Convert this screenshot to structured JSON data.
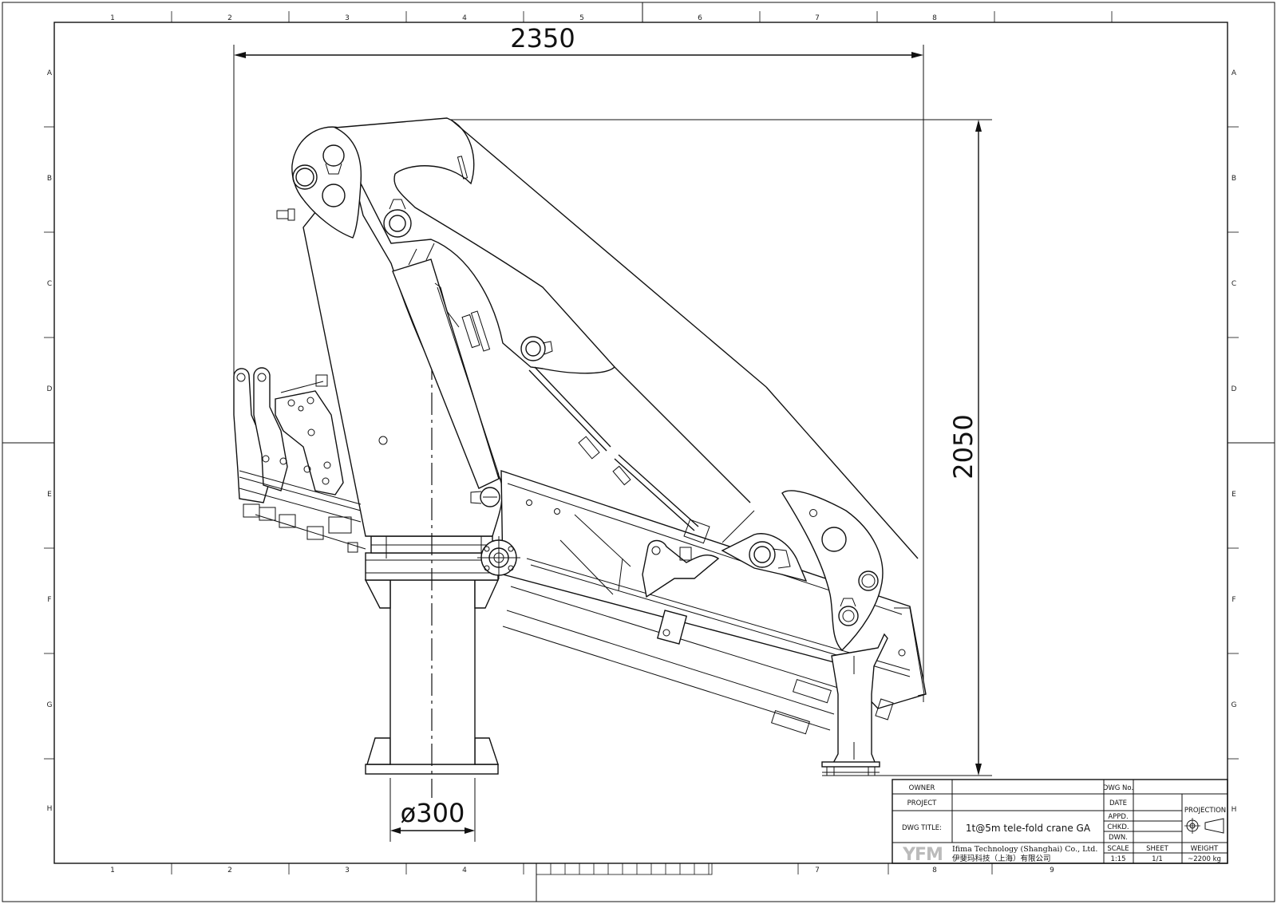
{
  "drawing": {
    "type": "General Arrangement engineering drawing",
    "subject": "Knuckle boom tele-fold crane, side elevation"
  },
  "border": {
    "columns_top": [
      "1",
      "2",
      "3",
      "4",
      "5",
      "6",
      "7",
      "8",
      ""
    ],
    "columns_bottom": [
      "1",
      "2",
      "3",
      "4",
      "",
      "7",
      "8",
      "9"
    ],
    "rows_left": [
      "A",
      "B",
      "C",
      "D",
      "E",
      "F",
      "G",
      "H"
    ],
    "rows_right": [
      "A",
      "B",
      "C",
      "D",
      "E",
      "F",
      "G",
      "H"
    ]
  },
  "dimensions": {
    "overall_width": "2350",
    "overall_height": "2050",
    "column_diameter": "ø300"
  },
  "title_block": {
    "owner_label": "OWNER",
    "owner_value": "",
    "project_label": "PROJECT",
    "project_value": "",
    "dwg_title_label": "DWG TITLE:",
    "dwg_title_value": "1t@5m tele-fold crane GA",
    "dwg_no_label": "DWG No.",
    "dwg_no_value": "",
    "date_label": "DATE",
    "appd_label": "APPD.",
    "chkd_label": "CHKD.",
    "dwn_label": "DWN.",
    "projection_label": "PROJECTION",
    "scale_label": "SCALE",
    "scale_value": "1:15",
    "sheet_label": "SHEET",
    "sheet_value": "1/1",
    "weight_label": "WEIGHT",
    "weight_value": "~2200 kg",
    "logo_text": "YFM",
    "company_en": "Ifima Technology (Shanghai) Co., Ltd.",
    "company_cn": "伊斐玛科技（上海）有限公司"
  }
}
